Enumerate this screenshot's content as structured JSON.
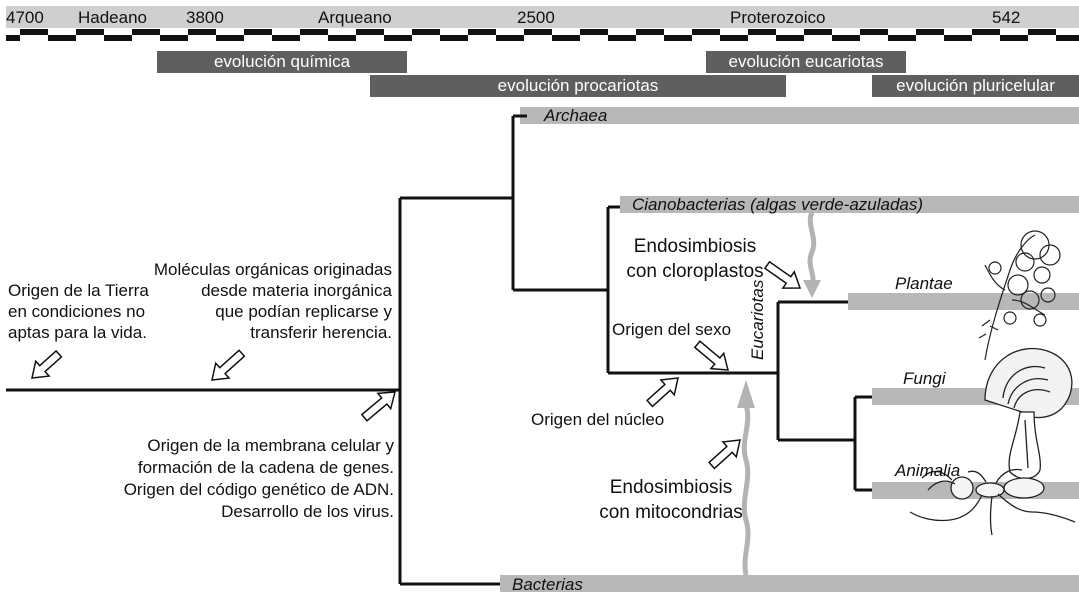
{
  "timeline": {
    "ticks": [
      "4700",
      "3800",
      "2500",
      "542"
    ],
    "eons": [
      "Hadeano",
      "Arqueano",
      "Proterozoico"
    ]
  },
  "eras": {
    "quimica": "evolución química",
    "procariotas": "evolución procariotas",
    "eucariotas": "evolución eucariotas",
    "pluricelular": "evolución pluricelular"
  },
  "taxa": {
    "archaea": "Archaea",
    "cianobacterias": "Cianobacterias (algas verde-azuladas)",
    "plantae": "Plantae",
    "fungi": "Fungi",
    "animalia": "Animalia",
    "bacterias": "Bacterias",
    "eucariotas": "Eucariotas"
  },
  "notes": {
    "origen_tierra": [
      "Origen de la Tierra",
      "en condiciones no",
      "aptas para la vida."
    ],
    "moleculas": [
      "Moléculas orgánicas originadas",
      "desde materia inorgánica",
      "que podían replicarse y",
      "transferir herencia."
    ],
    "membrana": [
      "Origen de la membrana celular y",
      "formación de la cadena de genes.",
      "Origen del código genético de ADN.",
      "Desarrollo de los virus."
    ],
    "cloroplastos": [
      "Endosimbiosis",
      "con cloroplastos"
    ],
    "sexo": "Origen del sexo",
    "nucleo": "Origen del núcleo",
    "mitocondrias": [
      "Endosimbiosis",
      "con mitocondrias"
    ]
  },
  "colors": {
    "timeline_bar": "#cfcfcf",
    "era_bar": "#5f5f5f",
    "taxon_bar": "#b8b8b8",
    "line": "#111111",
    "endosymbiosis_arrow": "#b3b3b3"
  },
  "icons": [
    "hollow-arrow-icon",
    "plant-illustration",
    "mushroom-illustration",
    "ant-illustration"
  ]
}
